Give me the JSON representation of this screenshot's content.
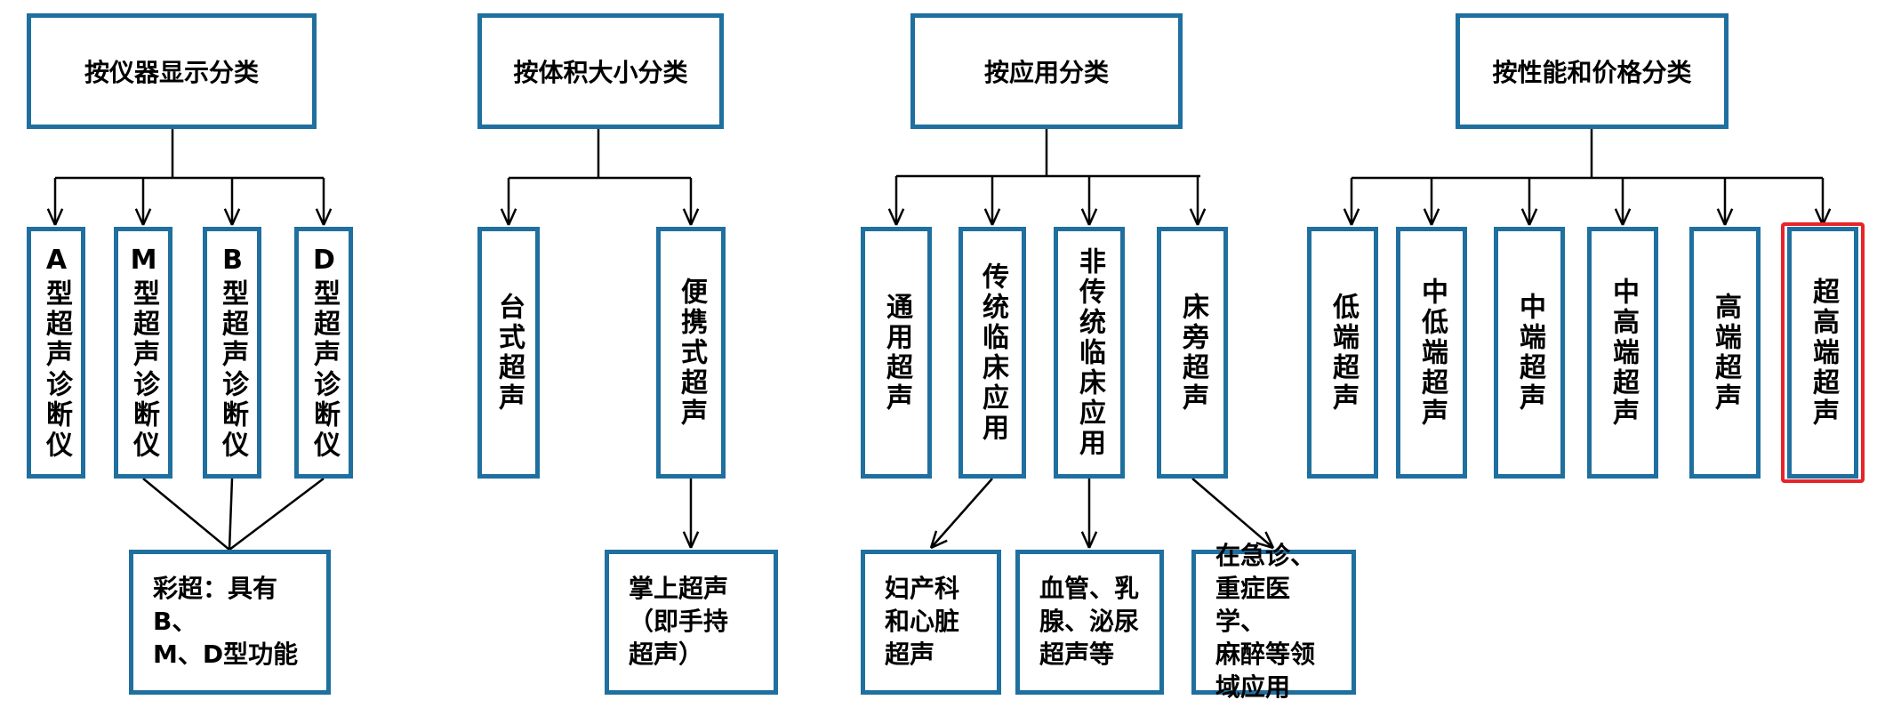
{
  "colors": {
    "box_border": "#1f6f9f",
    "line": "#000000",
    "highlight": "#e8242a"
  },
  "categories": [
    {
      "title": "按仪器显示分类",
      "items": [
        "A型超声诊断仪",
        "M型超声诊断仪",
        "B型超声诊断仪",
        "D型超声诊断仪"
      ],
      "outcomes": [
        "彩超：具有B、\nM、D型功能"
      ]
    },
    {
      "title": "按体积大小分类",
      "items": [
        "台式超声",
        "便携式超声"
      ],
      "outcomes": [
        "掌上超声\n（即手持\n超声）"
      ]
    },
    {
      "title": "按应用分类",
      "items": [
        "通用超声",
        "传统临床应用",
        "非传统临床应用",
        "床旁超声"
      ],
      "outcomes": [
        "妇产科\n和心脏\n超声",
        "血管、乳\n腺、泌尿\n超声等",
        "在急诊、\n重症医学、\n麻醉等领\n域应用"
      ]
    },
    {
      "title": "按性能和价格分类",
      "items": [
        "低端超声",
        "中低端超声",
        "中端超声",
        "中高端超声",
        "高端超声",
        "超高端超声"
      ],
      "outcomes": []
    }
  ],
  "highlighted_item": "超高端超声"
}
